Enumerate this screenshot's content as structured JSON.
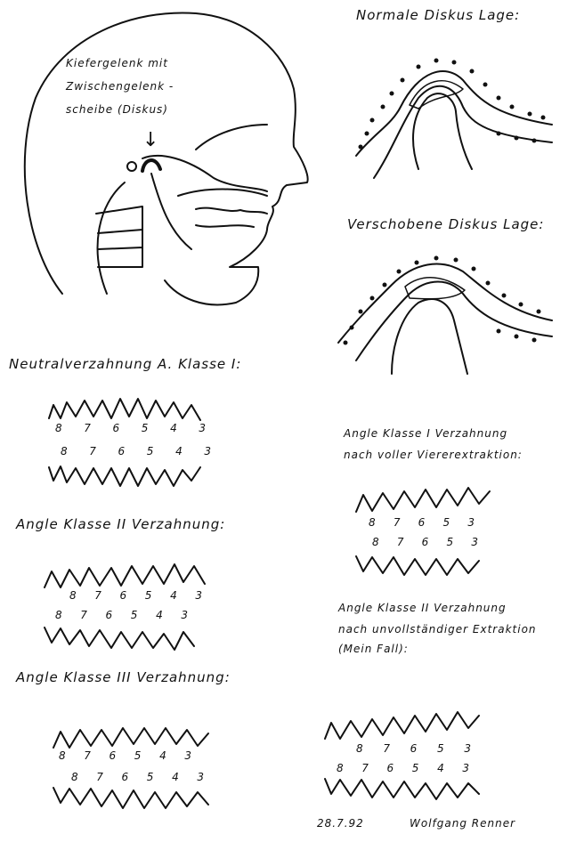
{
  "head_label": [
    "Kiefergelenk mit",
    "Zwischengelenk -",
    "scheibe (Diskus)"
  ],
  "arrow": "↓",
  "normal_disc": "Normale Diskus Lage:",
  "shifted_disc": "Verschobene Diskus Lage:",
  "class1": "Neutralverzahnung  A. Klasse I:",
  "class2": "Angle  Klasse II  Verzahnung:",
  "class3": "Angle  Klasse III  Verzahnung:",
  "class1_extraction": [
    "Angle Klasse I Verzahnung",
    "nach voller Viererextraktion:"
  ],
  "class2_partial": [
    "Angle Klasse II Verzahnung",
    "nach unvollständiger Extraktion",
    "(Mein Fall):"
  ],
  "tooth_rows": {
    "class1": {
      "upper": [
        "8",
        "7",
        "6",
        "5",
        "4",
        "3"
      ],
      "lower": [
        "8",
        "7",
        "6",
        "5",
        "4",
        "3"
      ]
    },
    "class2": {
      "upper": [
        "8",
        "7",
        "6",
        "5",
        "4",
        "3"
      ],
      "lower": [
        "8",
        "7",
        "6",
        "5",
        "4",
        "3"
      ]
    },
    "class3": {
      "upper": [
        "8",
        "7",
        "6",
        "5",
        "4",
        "3"
      ],
      "lower": [
        "8",
        "7",
        "6",
        "5",
        "4",
        "3"
      ]
    },
    "class1_extraction": {
      "upper": [
        "8",
        "7",
        "6",
        "5",
        "3"
      ],
      "lower": [
        "8",
        "7",
        "6",
        "5",
        "3"
      ]
    },
    "class2_partial": {
      "upper": [
        "8",
        "7",
        "6",
        "5",
        "3"
      ],
      "lower": [
        "8",
        "7",
        "6",
        "5",
        "4",
        "3"
      ]
    }
  },
  "date": "28.7.92",
  "signature": "Wolfgang Renner"
}
